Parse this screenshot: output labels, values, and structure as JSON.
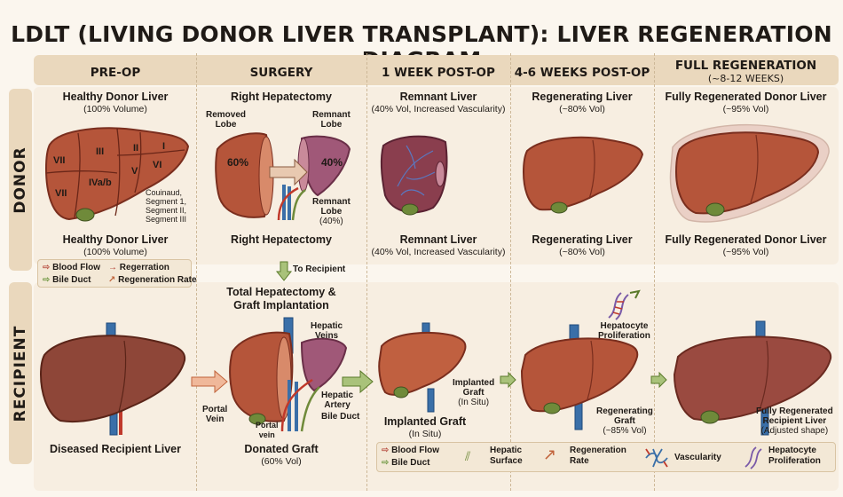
{
  "title": "LDLT (LIVING DONOR LIVER TRANSPLANT): LIVER REGENERATION DIAGRAM",
  "columns": [
    {
      "label": "PRE-OP",
      "sub": ""
    },
    {
      "label": "SURGERY",
      "sub": ""
    },
    {
      "label": "1 WEEK POST-OP",
      "sub": ""
    },
    {
      "label": "4-6 WEEKS POST-OP",
      "sub": ""
    },
    {
      "label": "FULL REGENERATION",
      "sub": "(~8-12 WEEKS)"
    }
  ],
  "rows": {
    "donor": "DONOR",
    "recipient": "RECIPIENT"
  },
  "donor": {
    "preop": {
      "top": "Healthy Donor Liver",
      "top_sub": "(100% Volume)",
      "bottom": "Healthy Donor Liver",
      "bottom_sub": "(100% Volume)",
      "segments": [
        "VII",
        "III",
        "II",
        "I",
        "V",
        "VI",
        "VII",
        "IVa/b"
      ],
      "segment_note": [
        "Couinaud,",
        "Segment 1,",
        "Segment II,",
        "Segment III"
      ]
    },
    "surgery": {
      "top": "Right Hepatectomy",
      "bottom": "Right Hepatectomy",
      "removed": [
        "Removed",
        "Lobe"
      ],
      "remnant": [
        "Remnant",
        "Lobe"
      ],
      "removed_pct": "60%",
      "remnant_pct": "40%",
      "remnant_bottom": [
        "Remnant",
        "Lobe",
        "(40%)"
      ]
    },
    "week1": {
      "top": "Remnant Liver",
      "top_sub": "(40% Vol, Increased Vascularity)",
      "bottom": "Remnant Liver",
      "bottom_sub": "(40% Vol, Increased Vascularity)"
    },
    "week4": {
      "top": "Regenerating Liver",
      "top_sub": "(~80% Vol)",
      "bottom": "Regenerating Liver",
      "bottom_sub": "(~80% Vol)"
    },
    "full": {
      "top": "Fully Regenerated Donor Liver",
      "top_sub": "(~95% Vol)",
      "bottom": "Fully Regenerated Donor Liver",
      "bottom_sub": "(~95% Vol)"
    }
  },
  "legend_small": [
    "Blood Flow",
    "Regerration",
    "Bile Duct",
    "Regeneration Rate"
  ],
  "to_recipient": "To Recipient",
  "recipient": {
    "preop": {
      "bottom": "Diseased Recipient Liver"
    },
    "surgery": {
      "top": [
        "Total Hepatectomy &",
        "Graft Implantation"
      ],
      "bottom": "Donated Graft",
      "bottom_sub": "(60% Vol)",
      "hepatic_veins": [
        "Hepatic",
        "Veins"
      ],
      "hepatic_artery": [
        "Hepatic",
        "Artery"
      ],
      "bile_duct": "Bile Duct",
      "portal_vein": [
        "Portal",
        "Vein"
      ],
      "portal_vein2": [
        "Portal",
        "vein"
      ]
    },
    "week1": {
      "bottom": "Implanted Graft",
      "bottom_sub": "(In Situ)",
      "side": [
        "Implanted",
        "Graft",
        "(In Situ)"
      ]
    },
    "week4": {
      "prolif": [
        "Hepatocyte",
        "Proliferation"
      ],
      "side": [
        "Regenerating",
        "Graft",
        "(~85% Vol)"
      ]
    },
    "full": {
      "side": [
        "Fully Regenerated",
        "Recipient Liver",
        "(Adjusted shape)"
      ]
    }
  },
  "legend_bottom": [
    "Blood Flow",
    "Bile Duct",
    "Hepatic",
    "Surface",
    "Regeneration",
    "Rate",
    "Vascularity",
    "Hepatocyte",
    "Proliferation"
  ],
  "colors": {
    "liver": "#b5553a",
    "liver_light": "#c9714f",
    "liver_dark": "#7a2e1e",
    "gall": "#6f8a3a",
    "vein": "#3a6fa8",
    "artery": "#c0392b",
    "header": "#ead8bd"
  }
}
